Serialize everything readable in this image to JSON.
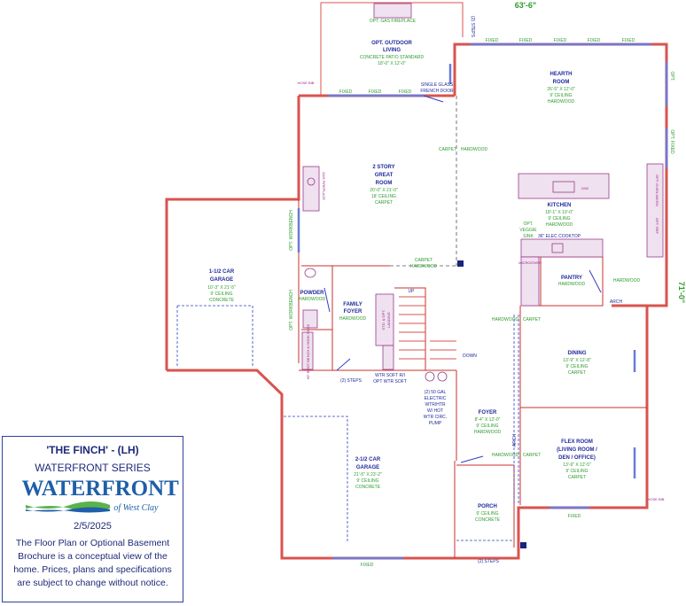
{
  "dimensions": {
    "width_overall": "63'-6\"",
    "depth_overall": "71'-0\""
  },
  "rooms": {
    "outdoor": {
      "name": "OPT. OUTDOOR LIVING",
      "line1": "OPT. OUTDOOR",
      "line2": "LIVING",
      "detail": "CONCRETE PATIO STANDARD",
      "size": "18'-0\" X 12'-0\""
    },
    "hearth": {
      "name": "HEARTH ROOM",
      "line1": "HEARTH",
      "line2": "ROOM",
      "size": "26'-5\" X 12'-0\"",
      "ceiling": "9' CEILING",
      "floor": "HARDWOOD"
    },
    "great": {
      "line1": "2 STORY",
      "line2": "GREAT",
      "line3": "ROOM",
      "size": "20'-0\" X 21'-0\"",
      "ceiling": "18' CEILING",
      "floor": "CARPET"
    },
    "kitchen": {
      "name": "KITCHEN",
      "size": "18'-1\" X 10'-0\"",
      "ceiling": "9' CEILING",
      "floor": "HARDWOOD"
    },
    "garage15": {
      "line1": "1-1/2 CAR",
      "line2": "GARAGE",
      "size": "10'-3\" X 21'-5\"",
      "ceiling": "9' CEILING",
      "floor": "CONCRETE"
    },
    "powder": {
      "name": "POWDER",
      "floor": "HARDWOOD"
    },
    "familyfoyer": {
      "line1": "FAMILY",
      "line2": "FOYER",
      "floor": "HARDWOOD"
    },
    "pantry": {
      "name": "PANTRY",
      "floor": "HARDWOOD"
    },
    "dining": {
      "name": "DINING",
      "size": "13'-9\" X 12'-8\"",
      "ceiling": "9' CEILING",
      "floor": "CARPET"
    },
    "foyer": {
      "name": "FOYER",
      "size": "8'-4\" X 12'-0\"",
      "ceiling": "9' CEILING",
      "floor": "HARDWOOD"
    },
    "flex": {
      "line1": "FLEX ROOM",
      "line2": "(LIVING ROOM /",
      "line3": "DEN / OFFICE)",
      "size": "13'-9\" X 12'-5\"",
      "ceiling": "9' CEILING",
      "floor": "CARPET"
    },
    "garage25": {
      "line1": "2-1/2 CAR",
      "line2": "GARAGE",
      "size": "21'-5\" X 23'-2\"",
      "ceiling": "9' CEILING",
      "floor": "CONCRETE"
    },
    "porch": {
      "name": "PORCH",
      "ceiling": "9' CEILING",
      "floor": "CONCRETE"
    }
  },
  "labels": {
    "gas_fireplace_top": "OPT. GAS FIREPLACE",
    "gas_fireplace": "GAS FIREPLACE",
    "fixed": "FIXED",
    "opt_fixed": "OPT. FIXED",
    "opt": "OPT.",
    "steps2": "(2) STEPS",
    "single_glass_1": "SINGLE GLASS",
    "single_glass_2": "FRENCH DOOR",
    "carpet": "CARPET",
    "hardwood": "HARDWOOD",
    "opt_workbench": "OPT. WORKBENCH",
    "boot_bench": "60\" BOOT BENCH & HOOK RACK",
    "up": "UP",
    "down": "DOWN",
    "std_opt_1": "STD. & OPT.",
    "std_opt_2": "LANDING",
    "wtr_soft_1": "WTR SOFT R/I",
    "wtr_soft_2": "OPT WTR SOFT",
    "water_heater": [
      "(2) 50 GAL",
      "ELECTRIC",
      "WTR/HTR",
      "W/ HOT",
      "WTR CIRC.",
      "PUMP"
    ],
    "opt_veggie": [
      "OPT.",
      "VEGGIE",
      "SINK"
    ],
    "cooktop": "36\" ELEC COOKTOP",
    "microwave": "MICRO/OVEN",
    "dw": "D/W",
    "oven": "OPT. OVEN MICRO",
    "ref": "OPT. REF",
    "arch": "ARCH",
    "hose_bib": "HOSE BIB"
  },
  "info": {
    "title": "'THE FINCH' - (LH)",
    "series": "WATERFRONT SERIES",
    "logo_word": "WATERFRONT",
    "logo_sub": "of West Clay",
    "date": "2/5/2025",
    "disclaimer": "The Floor Plan or Optional Basement Brochure is a conceptual view of the home. Prices, plans and specifications are subject to change without notice."
  }
}
